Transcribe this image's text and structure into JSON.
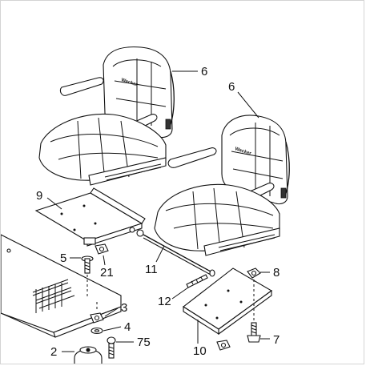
{
  "diagram": {
    "callouts": {
      "c_6a": "6",
      "c_6b": "6",
      "c_9": "9",
      "c_5": "5",
      "c_21": "21",
      "c_11": "11",
      "c_8": "8",
      "c_12": "12",
      "c_3": "3",
      "c_4": "4",
      "c_75": "75",
      "c_2": "2",
      "c_10": "10",
      "c_7": "7"
    },
    "seat_logo": "Wacker"
  },
  "colors": {
    "line": "#111111",
    "background": "#ffffff",
    "border": "#d4d4d4"
  }
}
